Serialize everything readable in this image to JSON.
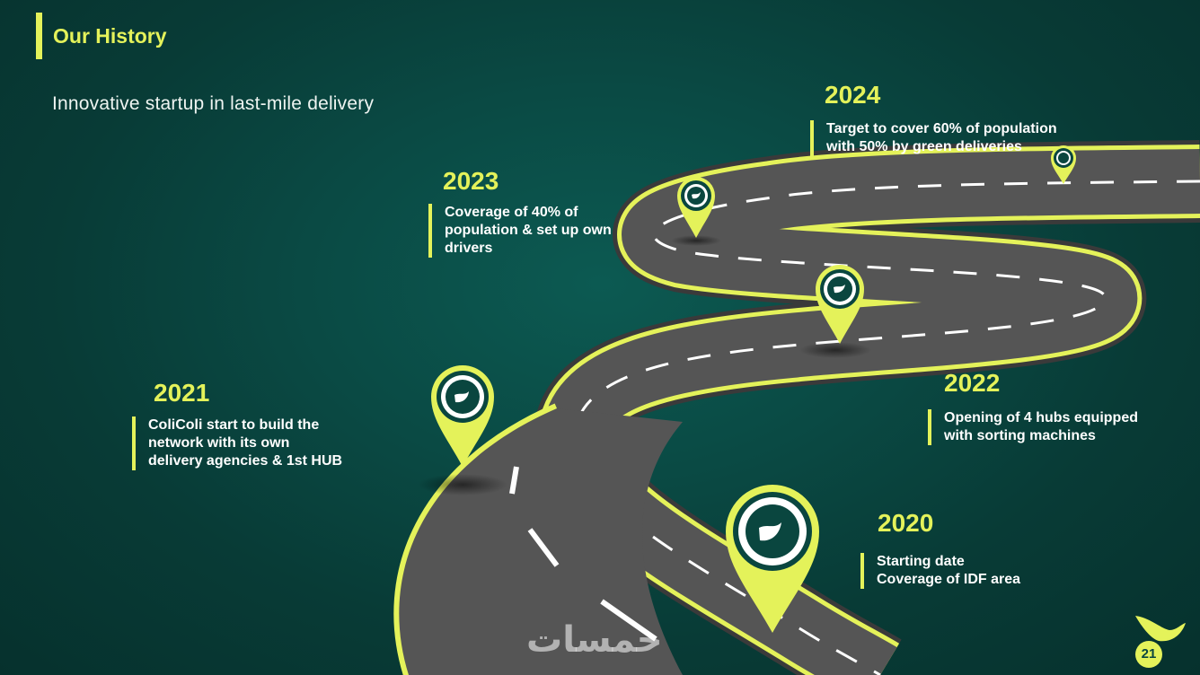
{
  "header": {
    "title": "Our History",
    "subtitle": "Innovative startup in last-mile delivery"
  },
  "milestones": [
    {
      "year": "2020",
      "lines": "Starting date\nCoverage of IDF area"
    },
    {
      "year": "2021",
      "lines": "ColiColi start to build the\nnetwork with its own\ndelivery agencies & 1st HUB"
    },
    {
      "year": "2022",
      "lines": "Opening of 4 hubs equipped\nwith sorting machines"
    },
    {
      "year": "2023",
      "lines": "Coverage of 40% of\npopulation & set up own\ndrivers"
    },
    {
      "year": "2024",
      "lines": "Target to cover 60% of population\nwith 50% by green deliveries"
    }
  ],
  "footer": {
    "page_number": "21",
    "watermark": "خمسات"
  },
  "colors": {
    "accent": "#e4f25a",
    "background": "#0a4a44",
    "road": "#555555",
    "pin_center": "#0a463f"
  },
  "icons": [
    "bird-logo-icon",
    "map-pin-icon"
  ]
}
